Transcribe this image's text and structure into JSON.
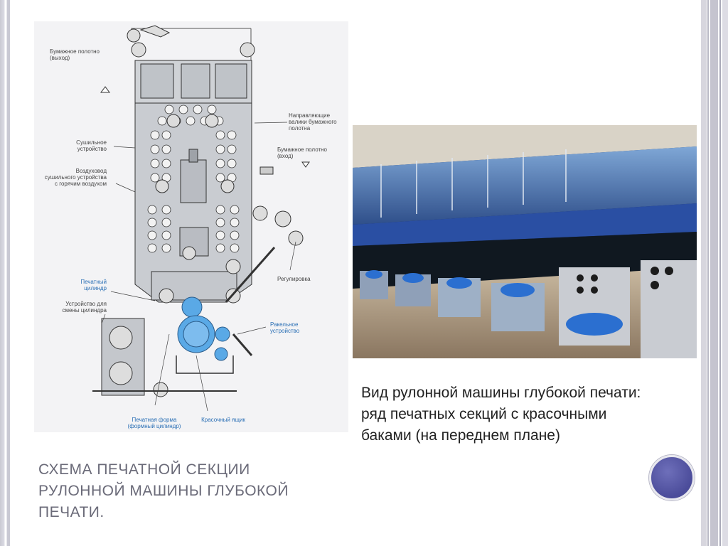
{
  "slide": {
    "title": "СХЕМА ПЕЧАТНОЙ СЕКЦИИ РУЛОННОЙ МАШИНЫ ГЛУБОКОЙ ПЕЧАТИ.",
    "photo_caption": "Вид рулонной машины глубокой печати: ряд печатных секций с красочными баками (на переднем плане)"
  },
  "schematic": {
    "labels": {
      "paper_out": "Бумажное полотно\n(выход)",
      "dryer": "Сушильное\nустройство",
      "air_duct": "Воздуховод\nсушильного устройства\nс горячим воздухом",
      "print_cylinder": "Печатный\nцилиндр",
      "cylinder_change": "Устройство для\nсмены цилиндра",
      "print_form": "Печатная форма\n(формный цилиндр)",
      "ink_box": "Красочный ящик",
      "doctor_blade": "Ракельное\nустройство",
      "regulation": "Регулировка",
      "paper_in": "Бумажное полотно\n(вход)",
      "guide_rollers": "Направляющие\nвалики бумажного\nполотна"
    }
  },
  "colors": {
    "accent_blue": "#5aa9e6",
    "nav_circle": "#4b4c9a",
    "title_gray": "#6a6a78"
  }
}
